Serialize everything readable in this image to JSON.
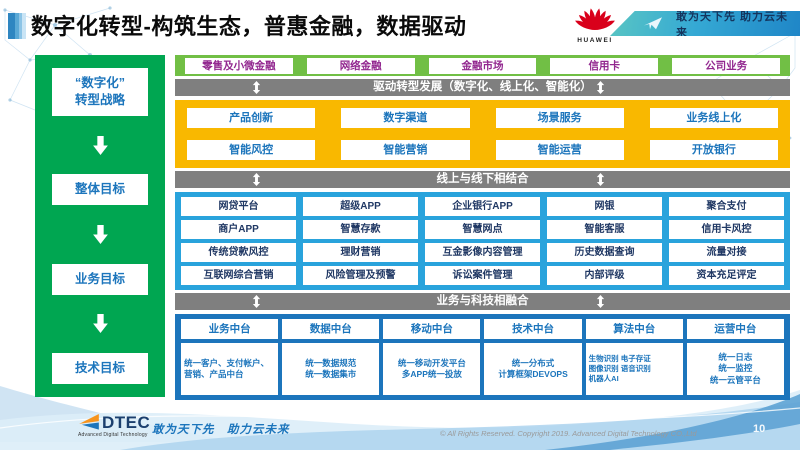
{
  "title": "数字化转型-构筑生态，普惠金融，数据驱动",
  "header": {
    "logo_text": "HUAWEI",
    "banner_slogan": "敢为天下先 助力云未来"
  },
  "sidebar": {
    "steps": [
      "“数字化”\n转型战略",
      "整体目标",
      "业务目标",
      "技术目标"
    ]
  },
  "main": {
    "business_lines": [
      "零售及小微金融",
      "网络金融",
      "金融市场",
      "信用卡",
      "公司业务"
    ],
    "bands": {
      "drive": "驱动转型发展（数字化、线上化、智能化）",
      "online_offline": "线上与线下相结合",
      "tech_fusion": "业务与科技相融合"
    },
    "capabilities": {
      "row1": [
        "产品创新",
        "数字渠道",
        "场景服务",
        "业务线上化"
      ],
      "row2": [
        "智能风控",
        "智能营销",
        "智能运营",
        "开放银行"
      ]
    },
    "applications": {
      "row1": [
        "网贷平台",
        "超级APP",
        "企业银行APP",
        "网银",
        "聚合支付"
      ],
      "row2": [
        "商户APP",
        "智慧存款",
        "智慧网点",
        "智能客服",
        "信用卡风控"
      ],
      "row3": [
        "传统贷款风控",
        "理财营销",
        "互金影像内容管理",
        "历史数据查询",
        "流量对接"
      ],
      "row4": [
        "互联网综合营销",
        "风险管理及预警",
        "诉讼案件管理",
        "内部评级",
        "资本充足评定"
      ]
    },
    "platforms": [
      {
        "name": "业务中台",
        "detail": "统一客户、支付帐户、营销、产品中台"
      },
      {
        "name": "数据中台",
        "detail": "统一数据规范\n统一数据集市"
      },
      {
        "name": "移动中台",
        "detail": "统一移动开发平台\n多APP统一投放"
      },
      {
        "name": "技术中台",
        "detail": "统一分布式\n计算框架DEVOPS"
      },
      {
        "name": "算法中台",
        "detail": "生物识别 电子存证\n图像识别 语音识别\n机器人AI"
      },
      {
        "name": "运营中台",
        "detail": "统一日志\n统一监控\n统一云管平台"
      }
    ]
  },
  "footer": {
    "logo_text": "DTEC",
    "logo_subtitle": "Advanced Digital Technology",
    "slogan": "敢为天下先　助力云未来",
    "copyright": "© All Rights Reserved. Copyright 2019. Advanced Digital Technology CO.,Ltd",
    "page_number": "10"
  },
  "colors": {
    "sidebar_green": "#00A651",
    "business_green": "#71BF45",
    "band_gray": "#7F7F7F",
    "capability_yellow": "#F9B800",
    "application_blue": "#29A3DC",
    "platform_blue": "#1C75BC",
    "business_text_purple": "#92278F",
    "huawei_red": "#D9001B",
    "accent_blue": "#1C75BC"
  }
}
